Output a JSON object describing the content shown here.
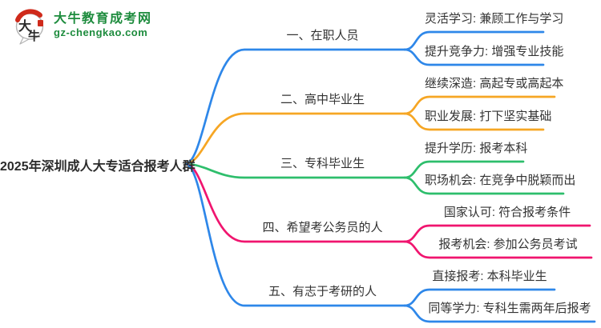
{
  "logo": {
    "icon_chars": "大牛",
    "title": "大牛教育成考网",
    "domain": "gz-chengkao.com",
    "brand_green": "#1e8c3e",
    "seal_red": "#cf2a1b"
  },
  "root": "2025年深圳成人大专适合报考人群",
  "branches": [
    {
      "label": "一、在职人员",
      "color": "#2e87e9",
      "children": [
        "灵活学习: 兼顾工作与学习",
        "提升竞争力: 增强专业技能"
      ]
    },
    {
      "label": "二、高中毕业生",
      "color": "#f6a624",
      "children": [
        "继续深造: 高起专或高起本",
        "职业发展: 打下坚实基础"
      ]
    },
    {
      "label": "三、专科毕业生",
      "color": "#2ebe6c",
      "children": [
        "提升学历: 报考本科",
        "职场机会: 在竞争中脱颖而出"
      ]
    },
    {
      "label": "四、希望考公务员的人",
      "color": "#f0156f",
      "children": [
        "国家认可: 符合报考条件",
        "报考机会: 参加公务员考试"
      ]
    },
    {
      "label": "五、有志于考研的人",
      "color": "#2e87e9",
      "children": [
        "直接报考: 本科毕业生",
        "同等学力: 专科生需两年后报考"
      ]
    }
  ]
}
